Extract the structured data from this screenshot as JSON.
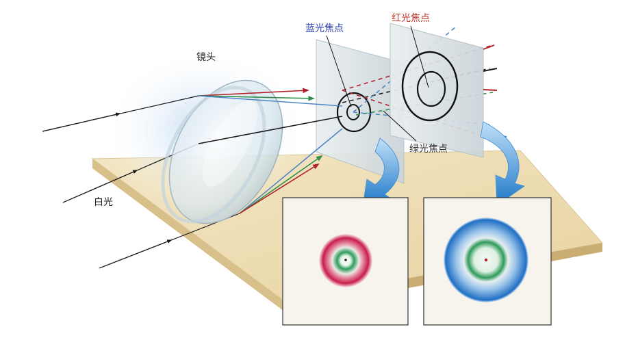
{
  "labels": {
    "lens": "镜头",
    "white_light": "白光",
    "blue_focus": "蓝光焦点",
    "red_focus": "红光焦点",
    "green_focus": "绿光焦点"
  },
  "colors": {
    "blue_label": "#2a3fb0",
    "red_label": "#c0392b",
    "green_label": "#333333",
    "red_ray": "#b0202a",
    "green_ray": "#2f8f4a",
    "blue_ray": "#4f86c6",
    "black_ray": "#1a1a1a",
    "table": "#efe0b8",
    "arrow": "#2f86d0"
  }
}
